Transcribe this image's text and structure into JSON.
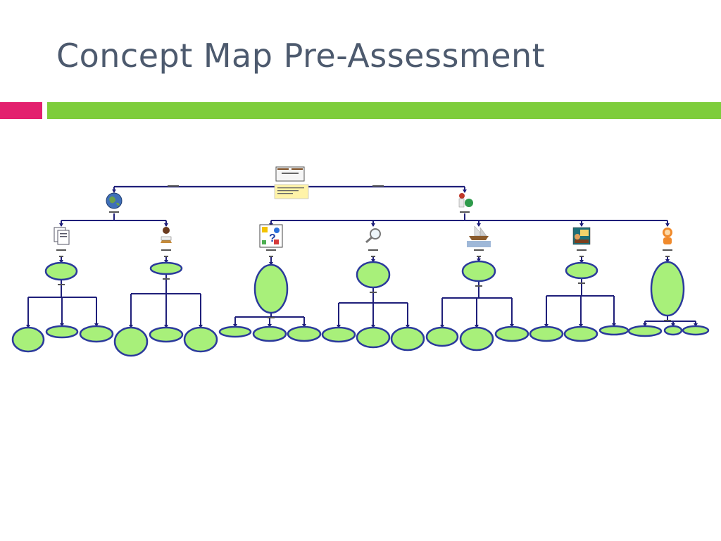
{
  "slide": {
    "title": "Concept Map Pre-Assessment"
  },
  "colors": {
    "title_text": "#4d5a6e",
    "accent_pink": "#e3206e",
    "accent_green": "#7ecd3b",
    "connector": "#1f1f7a",
    "oval_fill": "#a8f07a",
    "oval_stroke": "#2b3a9c",
    "note_fill": "#fff3a8"
  },
  "concept_map": {
    "root": {
      "icon": "book-icon",
      "note": "sticky-note"
    },
    "branches": [
      {
        "icon": "globe-icon",
        "categories": [
          {
            "icon": "documents-icon",
            "children": 3
          },
          {
            "icon": "person-reading-icon",
            "children": 3
          }
        ]
      },
      {
        "icon": "person-with-shape-icon",
        "categories": [
          {
            "icon": "puzzle-shapes-icon",
            "children": 3
          },
          {
            "icon": "magnifying-glass-icon",
            "children": 3
          },
          {
            "icon": "ship-icon",
            "children": 3
          },
          {
            "icon": "classroom-icon",
            "children": 3
          },
          {
            "icon": "character-icon",
            "children": 3
          }
        ]
      }
    ]
  }
}
